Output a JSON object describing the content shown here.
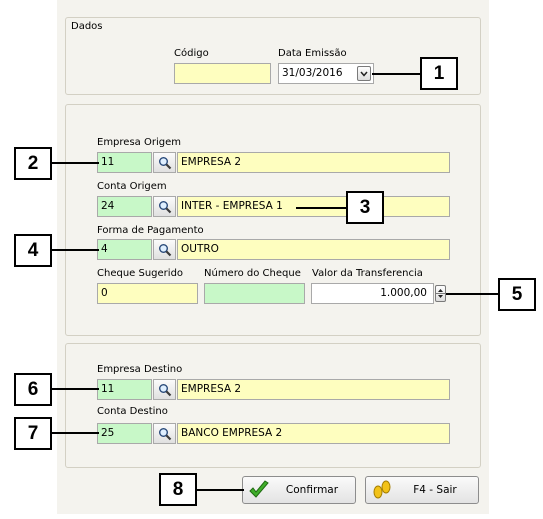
{
  "dados": {
    "group_title": "Dados",
    "codigo_label": "Código",
    "codigo_value": "",
    "data_emissao_label": "Data Emissão",
    "data_emissao_value": "31/03/2016"
  },
  "origem": {
    "empresa_label": "Empresa Origem",
    "empresa_code": "11",
    "empresa_name": "EMPRESA 2",
    "conta_label": "Conta Origem",
    "conta_code": "24",
    "conta_name": "INTER - EMPRESA 1",
    "forma_label": "Forma de Pagamento",
    "forma_code": "4",
    "forma_name": "OUTRO",
    "cheque_sugerido_label": "Cheque Sugerido",
    "cheque_sugerido_value": "0",
    "numero_cheque_label": "Número do Cheque",
    "numero_cheque_value": "",
    "valor_label": "Valor da Transferencia",
    "valor_value": "1.000,00"
  },
  "destino": {
    "empresa_label": "Empresa Destino",
    "empresa_code": "11",
    "empresa_name": "EMPRESA 2",
    "conta_label": "Conta Destino",
    "conta_code": "25",
    "conta_name": "BANCO EMPRESA 2"
  },
  "buttons": {
    "confirmar_label": "Confirmar",
    "sair_label": "F4 - Sair"
  },
  "callouts": [
    "1",
    "2",
    "3",
    "4",
    "5",
    "6",
    "7",
    "8"
  ],
  "colors": {
    "lookup_green": "#c8f8c8",
    "field_yellow": "#fefebf",
    "panel_bg": "#f4f3ee"
  }
}
